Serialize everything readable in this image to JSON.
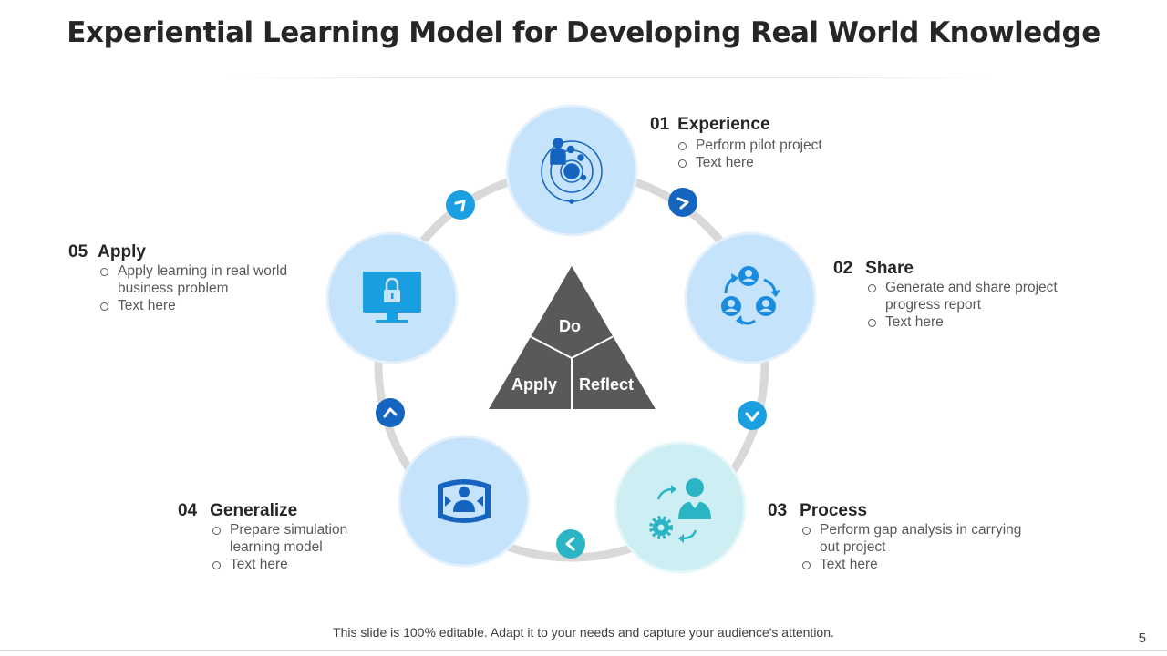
{
  "title": "Experiential Learning Model for Developing Real World Knowledge",
  "center": {
    "top": "Do",
    "left": "Apply",
    "right": "Reflect"
  },
  "steps": [
    {
      "num": "01",
      "title": "Experience",
      "bullets": [
        "Perform pilot project",
        "Text here"
      ],
      "icon": "user-orbit-icon"
    },
    {
      "num": "02",
      "title": "Share",
      "bullets": [
        "Generate and share project",
        "progress report",
        "Text here"
      ],
      "icon": "users-exchange-icon"
    },
    {
      "num": "03",
      "title": "Process",
      "bullets": [
        "Perform gap analysis in carrying",
        "out project",
        "Text here"
      ],
      "icon": "person-gear-icon"
    },
    {
      "num": "04",
      "title": "Generalize",
      "bullets": [
        "Prepare simulation",
        "learning model",
        "Text here"
      ],
      "icon": "person-simulation-icon"
    },
    {
      "num": "05",
      "title": "Apply",
      "bullets": [
        "Apply learning in real world",
        "business problem",
        "Text here"
      ],
      "icon": "monitor-lock-icon"
    }
  ],
  "footer": "This slide is 100% editable. Adapt it to your needs and capture your audience's attention.",
  "page_number": "5",
  "colors": {
    "ring": "#d9d9d9",
    "circle_light": "#c5e3fb",
    "circle_teal": "#cdeff3",
    "icon_blue": "#1a8ce0",
    "icon_dark": "#1565c0",
    "icon_teal": "#2bb5c4",
    "triangle": "#595959"
  }
}
